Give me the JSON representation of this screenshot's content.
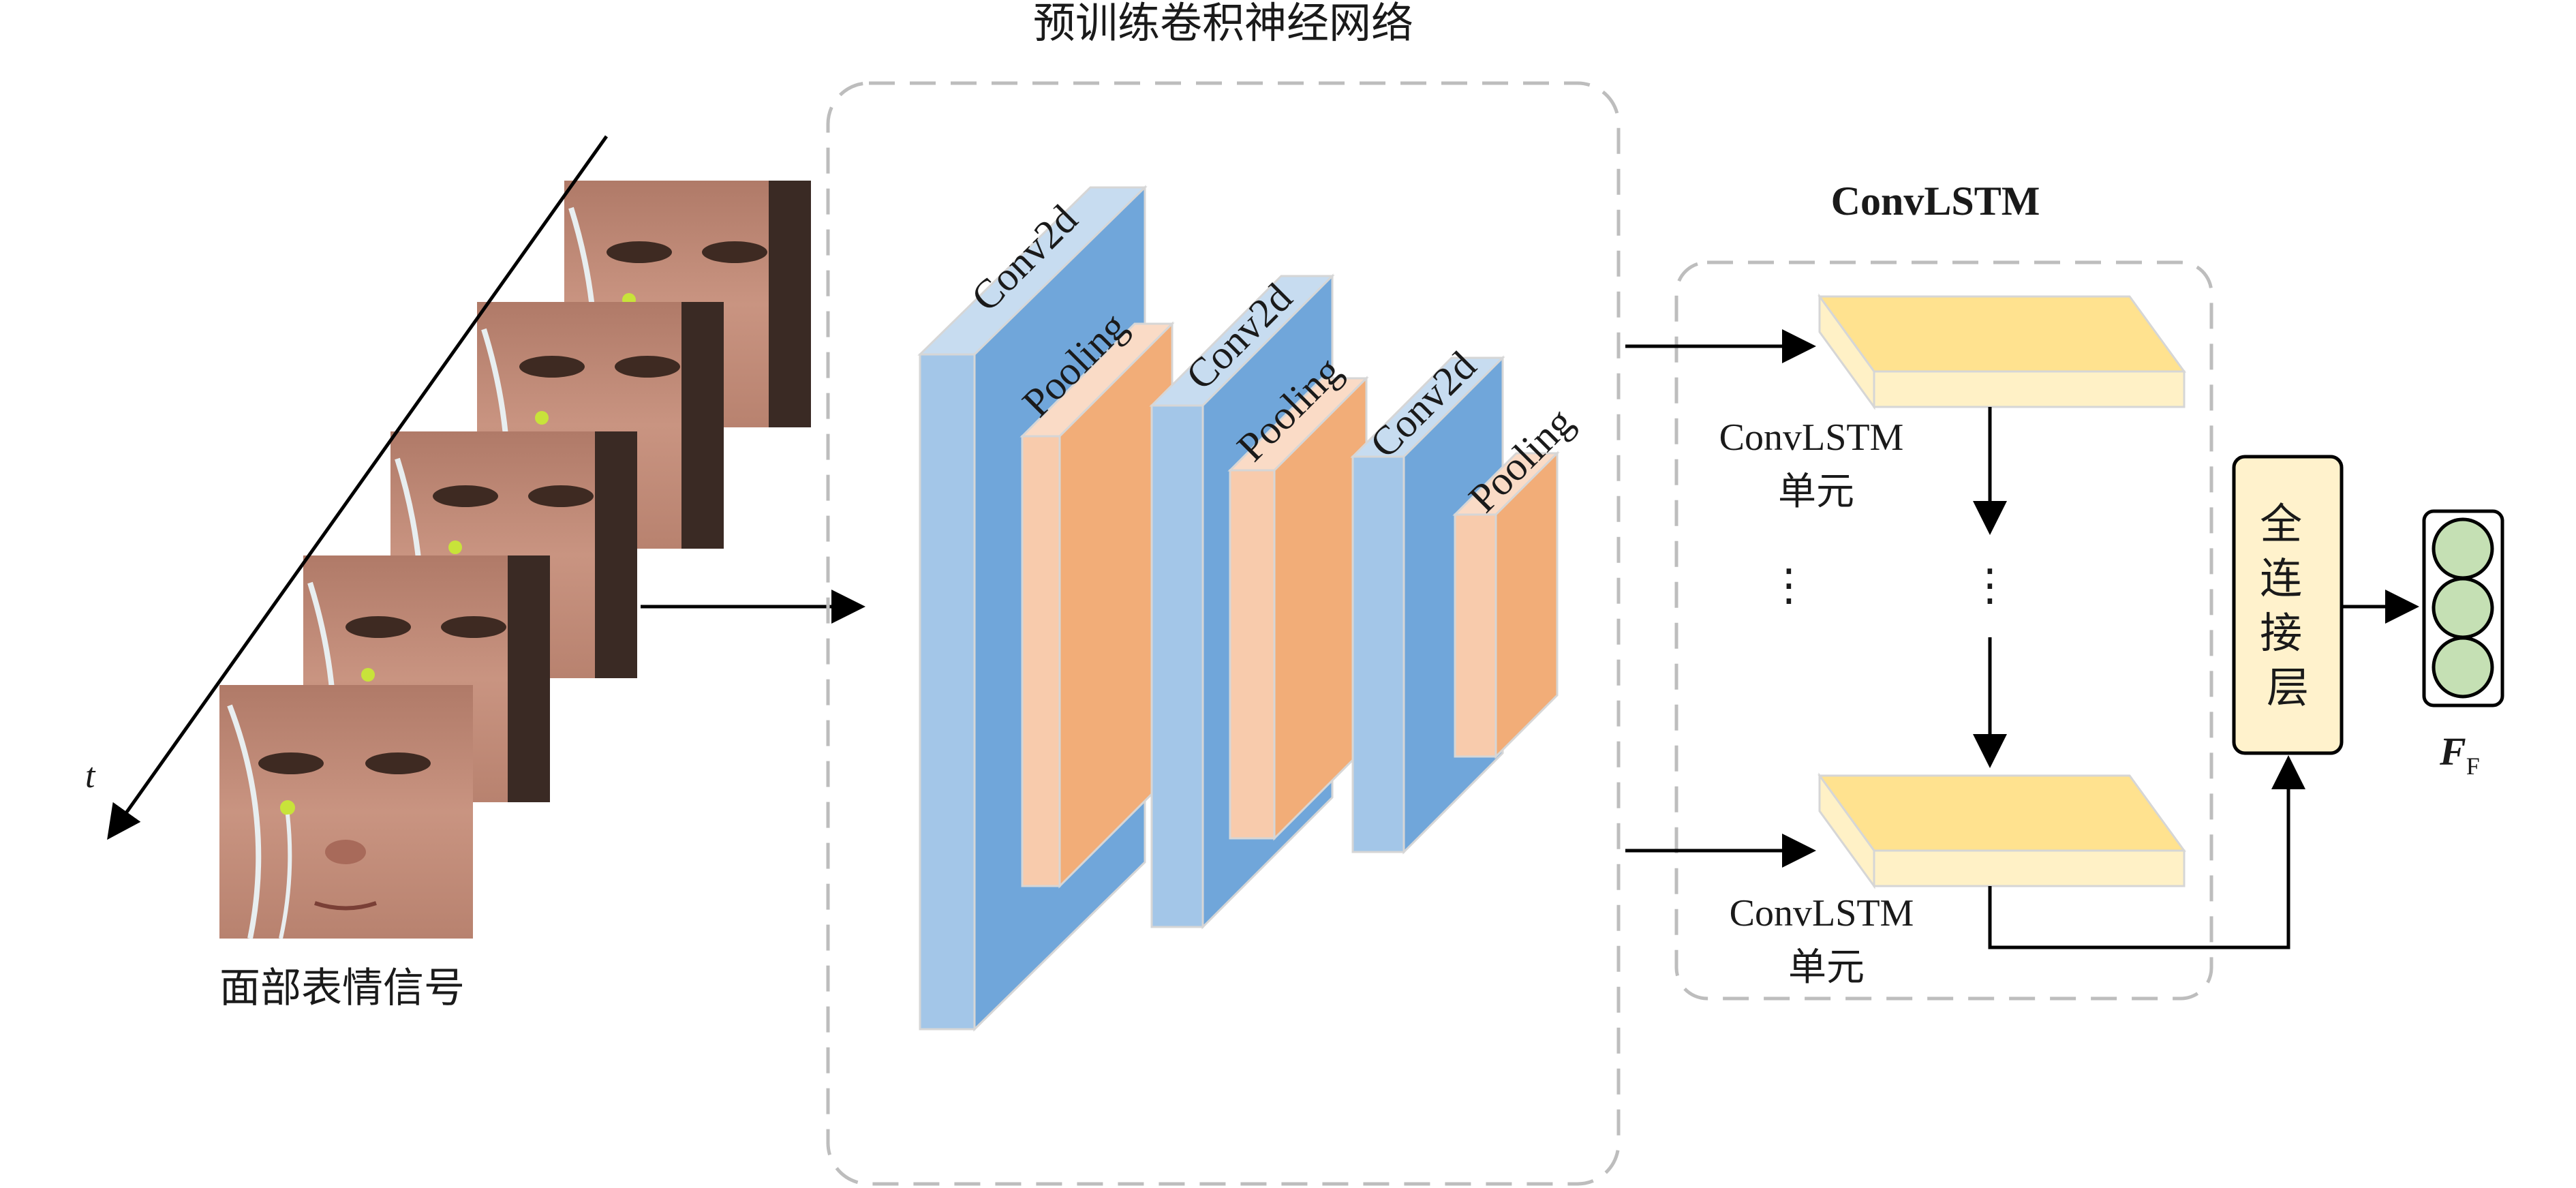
{
  "cnn": {
    "title": "预训练卷积神经网络",
    "conv_label": "Conv2d",
    "pool_label": "Pooling"
  },
  "input": {
    "caption": "面部表情信号",
    "time_label": "t"
  },
  "convlstm": {
    "title": "ConvLSTM",
    "cell_label_line1": "ConvLSTM",
    "cell_label_line2": "单元",
    "ellipsis": "⋮"
  },
  "fc": {
    "label_chars": [
      "全",
      "连",
      "接",
      "层"
    ]
  },
  "output": {
    "label_main": "F",
    "label_sub": "F"
  },
  "colors": {
    "conv_front": "#a3c6e8",
    "conv_side": "#70a6da",
    "conv_top": "#c7dcf0",
    "pool_front": "#f8cbac",
    "pool_side": "#f2ad78",
    "pool_top": "#fadbc6",
    "lstm_top": "#ffe28f",
    "lstm_front": "#fff1c6",
    "fc_fill": "#fff2cc",
    "node_fill": "#c5e0b4",
    "dashed_border": "#bdbdbd"
  }
}
